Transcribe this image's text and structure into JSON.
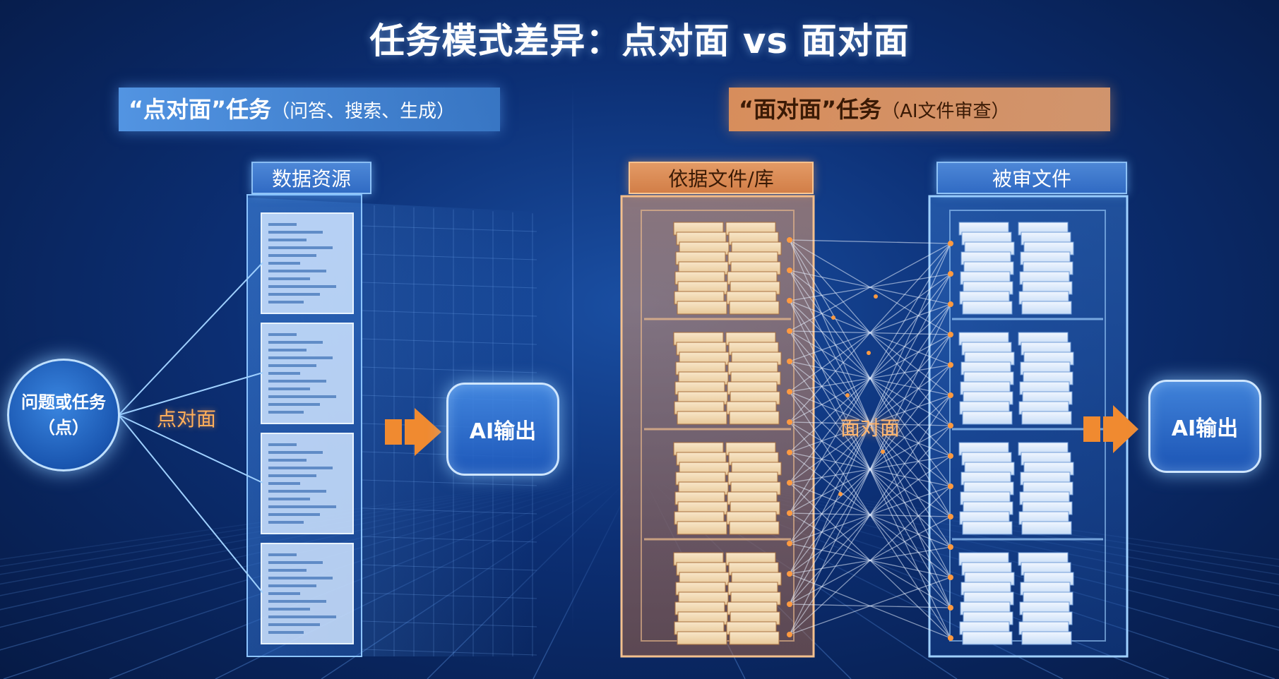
{
  "title": "任务模式差异：点对面 vs 面对面",
  "left": {
    "banner_main": "“点对面”任务",
    "banner_sub": "（问答、搜索、生成）",
    "point_line1": "问题或任务",
    "point_line2": "（点）",
    "edge_label": "点对面",
    "panel_label": "数据资源",
    "output_label": "AI输出"
  },
  "right": {
    "banner_main": "“面对面”任务",
    "banner_sub": "（AI文件审查）",
    "ref_panel_label": "依据文件/库",
    "target_panel_label": "被审文件",
    "mid_label": "面对面",
    "output_label": "AI输出"
  },
  "colors": {
    "accent_blue": "#5aa0f0",
    "accent_orange": "#e8935a",
    "arrow_orange": "#f08a30"
  },
  "icons": [
    "document-icon",
    "file-stack-icon",
    "arrow-right-icon"
  ]
}
